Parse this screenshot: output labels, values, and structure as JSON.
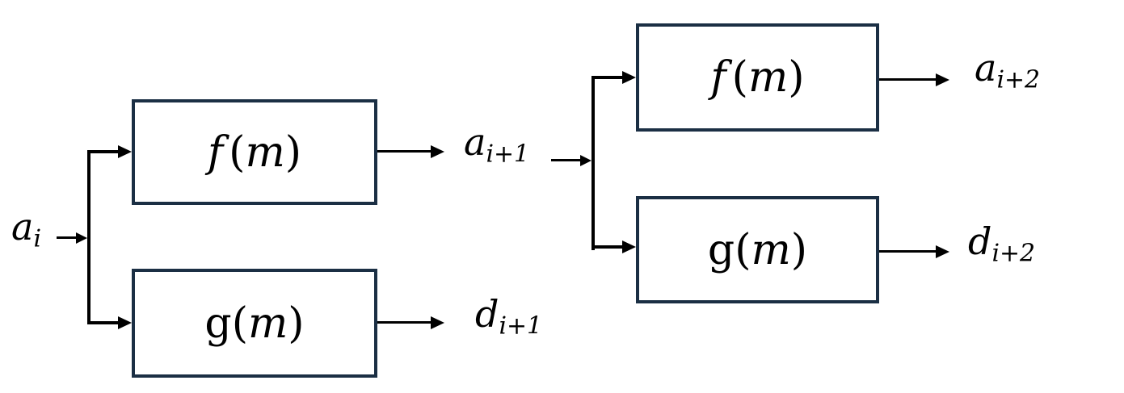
{
  "stage1": {
    "input_label": {
      "base": "a",
      "sub": "i"
    },
    "f_box_label": {
      "func": "f",
      "open": "(",
      "arg": "m",
      "close": ")"
    },
    "g_box_label": {
      "func": "g",
      "open": "(",
      "arg": "m",
      "close": ")"
    },
    "f_output_label": {
      "base": "a",
      "sub": "i+1"
    },
    "g_output_label": {
      "base": "d",
      "sub": "i+1"
    }
  },
  "stage2": {
    "f_box_label": {
      "func": "f",
      "open": "(",
      "arg": "m",
      "close": ")"
    },
    "g_box_label": {
      "func": "g",
      "open": "(",
      "arg": "m",
      "close": ")"
    },
    "f_output_label": {
      "base": "a",
      "sub": "i+2"
    },
    "g_output_label": {
      "base": "d",
      "sub": "i+2"
    }
  },
  "colors": {
    "box_border": "#1b2f44",
    "line": "#000000",
    "background": "#ffffff",
    "text": "#000000"
  }
}
